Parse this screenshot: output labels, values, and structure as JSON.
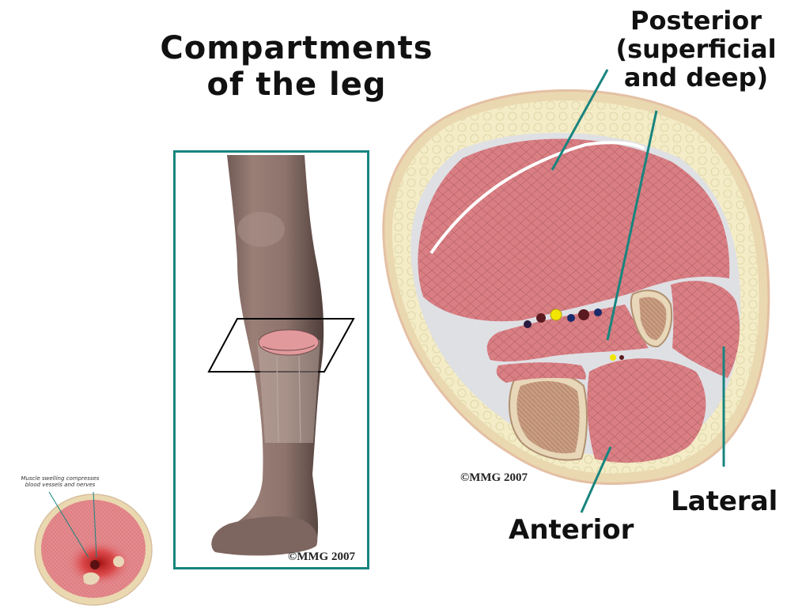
{
  "title_line1": "Compartments",
  "title_line2": "of the leg",
  "labels": {
    "posterior_line1": "Posterior",
    "posterior_line2": "(superficial",
    "posterior_line3": "and deep)",
    "anterior": "Anterior",
    "lateral": "Lateral"
  },
  "copyright_cross_section": "©MMG 2007",
  "copyright_leg": "©MMG 2007",
  "inset": {
    "caption_line1": "Muscle swelling compresses",
    "caption_line2": "blood vessels and nerves"
  },
  "colors": {
    "frame": "#18847e",
    "pointer": "#18847e",
    "muscle": "#d77a7f",
    "fat": "#f3ecc6",
    "skin": "#ead8b0",
    "bone": "#e8d7b8",
    "leg_skin": "#8a6f68"
  }
}
